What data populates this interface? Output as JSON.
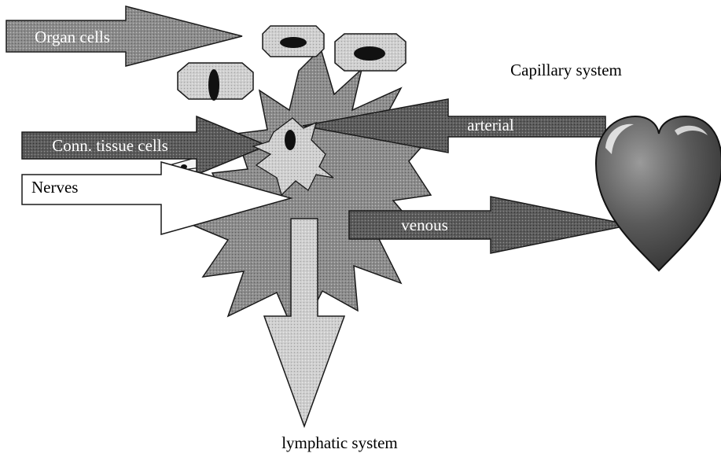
{
  "labels": {
    "organ_cells": "Organ cells",
    "conn_tissue_cells": "Conn. tissue cells",
    "nerves": "Nerves",
    "arterial": "arterial",
    "venous": "venous",
    "capillary_system": "Capillary system",
    "lymphatic_system": "lymphatic system"
  },
  "colors": {
    "dark": "#4a4a4a",
    "mid": "#8a8a8a",
    "light": "#d4d4d4",
    "outline": "#1a1a1a",
    "heart": "#555555"
  }
}
